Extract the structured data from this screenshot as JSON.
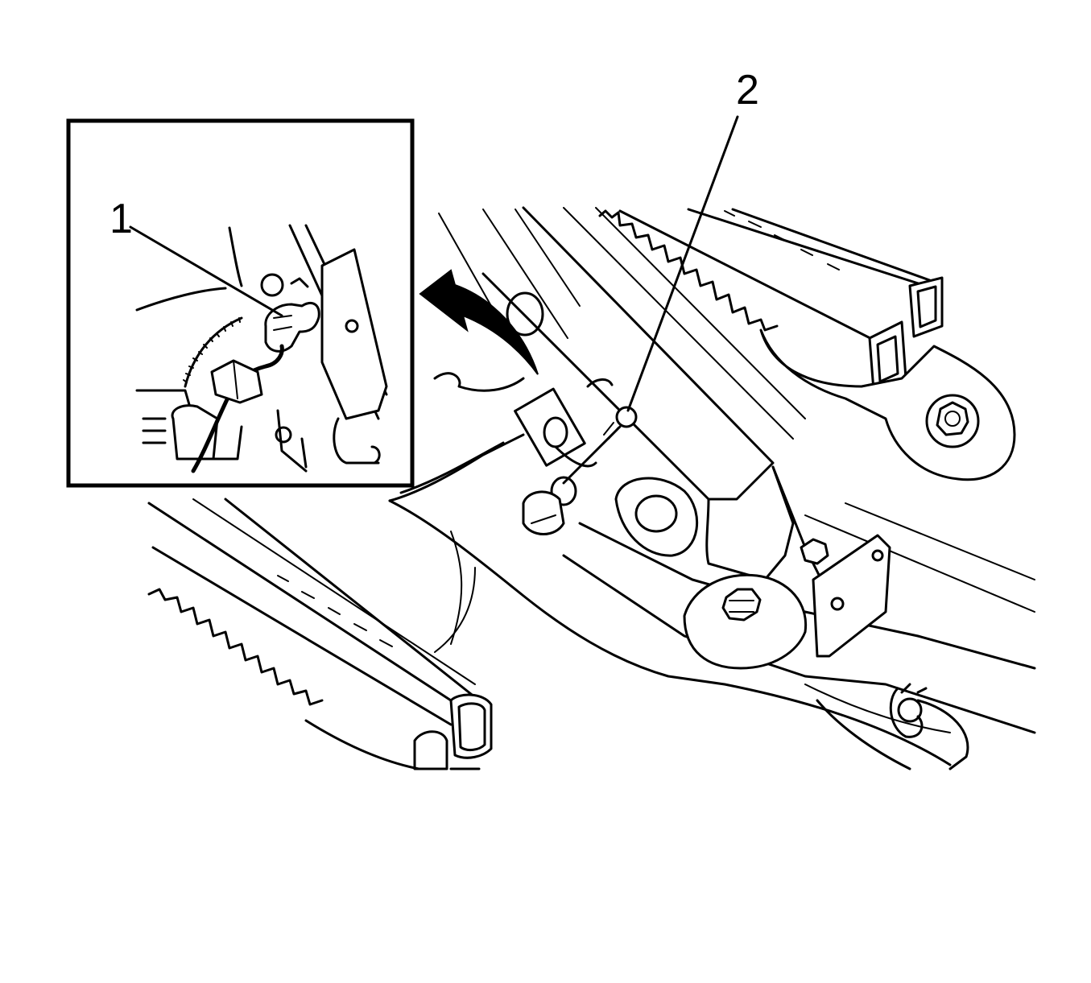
{
  "callouts": {
    "label_1": "1",
    "label_2": "2"
  },
  "colors": {
    "line": "#000000",
    "background": "#ffffff"
  },
  "icons": [
    "detail-inset-frame",
    "rotation-arrow-icon",
    "connector-clip",
    "retaining-screw"
  ]
}
